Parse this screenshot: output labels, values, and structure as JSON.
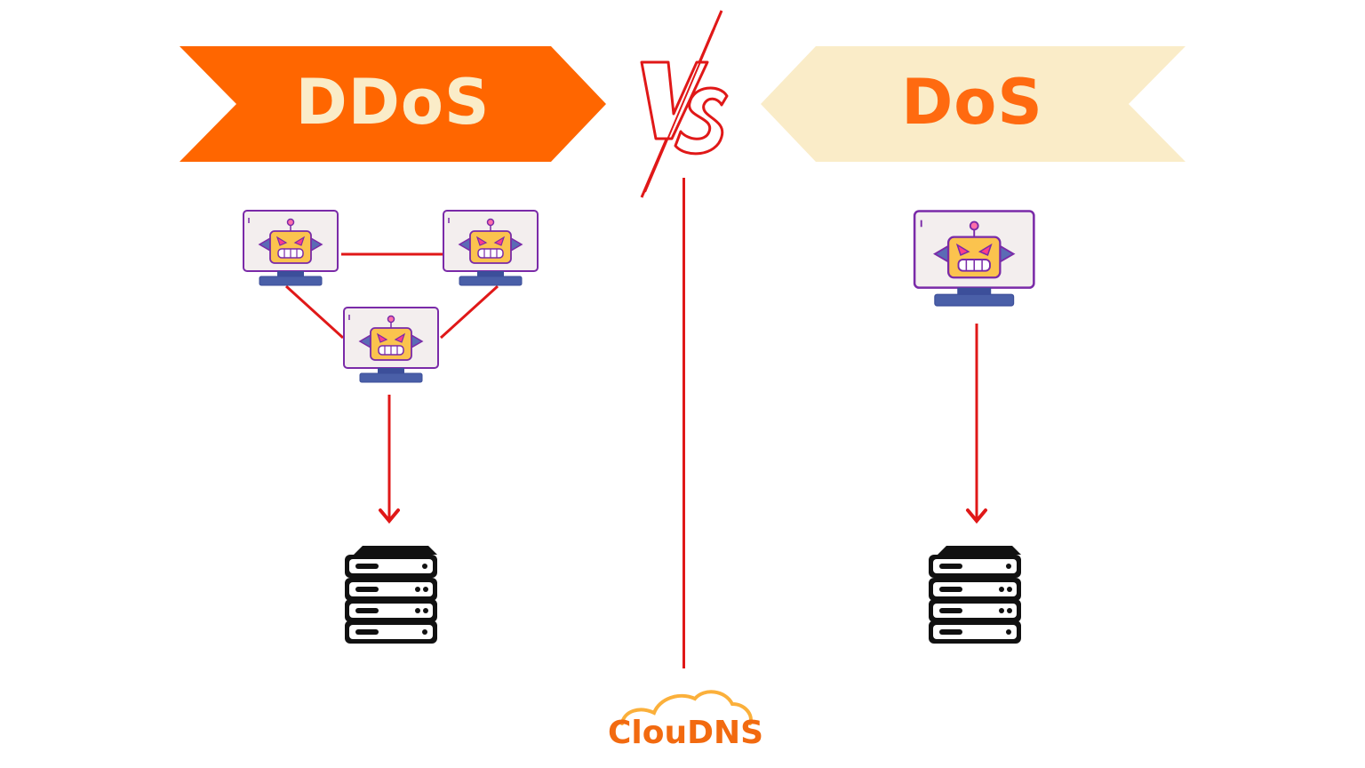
{
  "left_banner": {
    "label": "DDoS",
    "bg_color": "#ff6600",
    "text_color": "#faecc8"
  },
  "right_banner": {
    "label": "DoS",
    "bg_color": "#faecc8",
    "text_color": "#ff6a10"
  },
  "versus": {
    "label": "VS",
    "color": "#e01818"
  },
  "divider_color": "#e01818",
  "connector_color": "#e01818",
  "ddos_diagram": {
    "attackers": [
      {
        "name": "bot-computer-top-left",
        "icon": "angry-robot-monitor"
      },
      {
        "name": "bot-computer-top-right",
        "icon": "angry-robot-monitor"
      },
      {
        "name": "bot-computer-bottom-center",
        "icon": "angry-robot-monitor"
      }
    ],
    "target": {
      "icon": "server-stack"
    }
  },
  "dos_diagram": {
    "attackers": [
      {
        "name": "bot-computer-single",
        "icon": "angry-robot-monitor"
      }
    ],
    "target": {
      "icon": "server-stack"
    }
  },
  "logo": {
    "text": "ClouDNS",
    "color": "#f26a10",
    "cloud_color": "#fbb03b"
  }
}
